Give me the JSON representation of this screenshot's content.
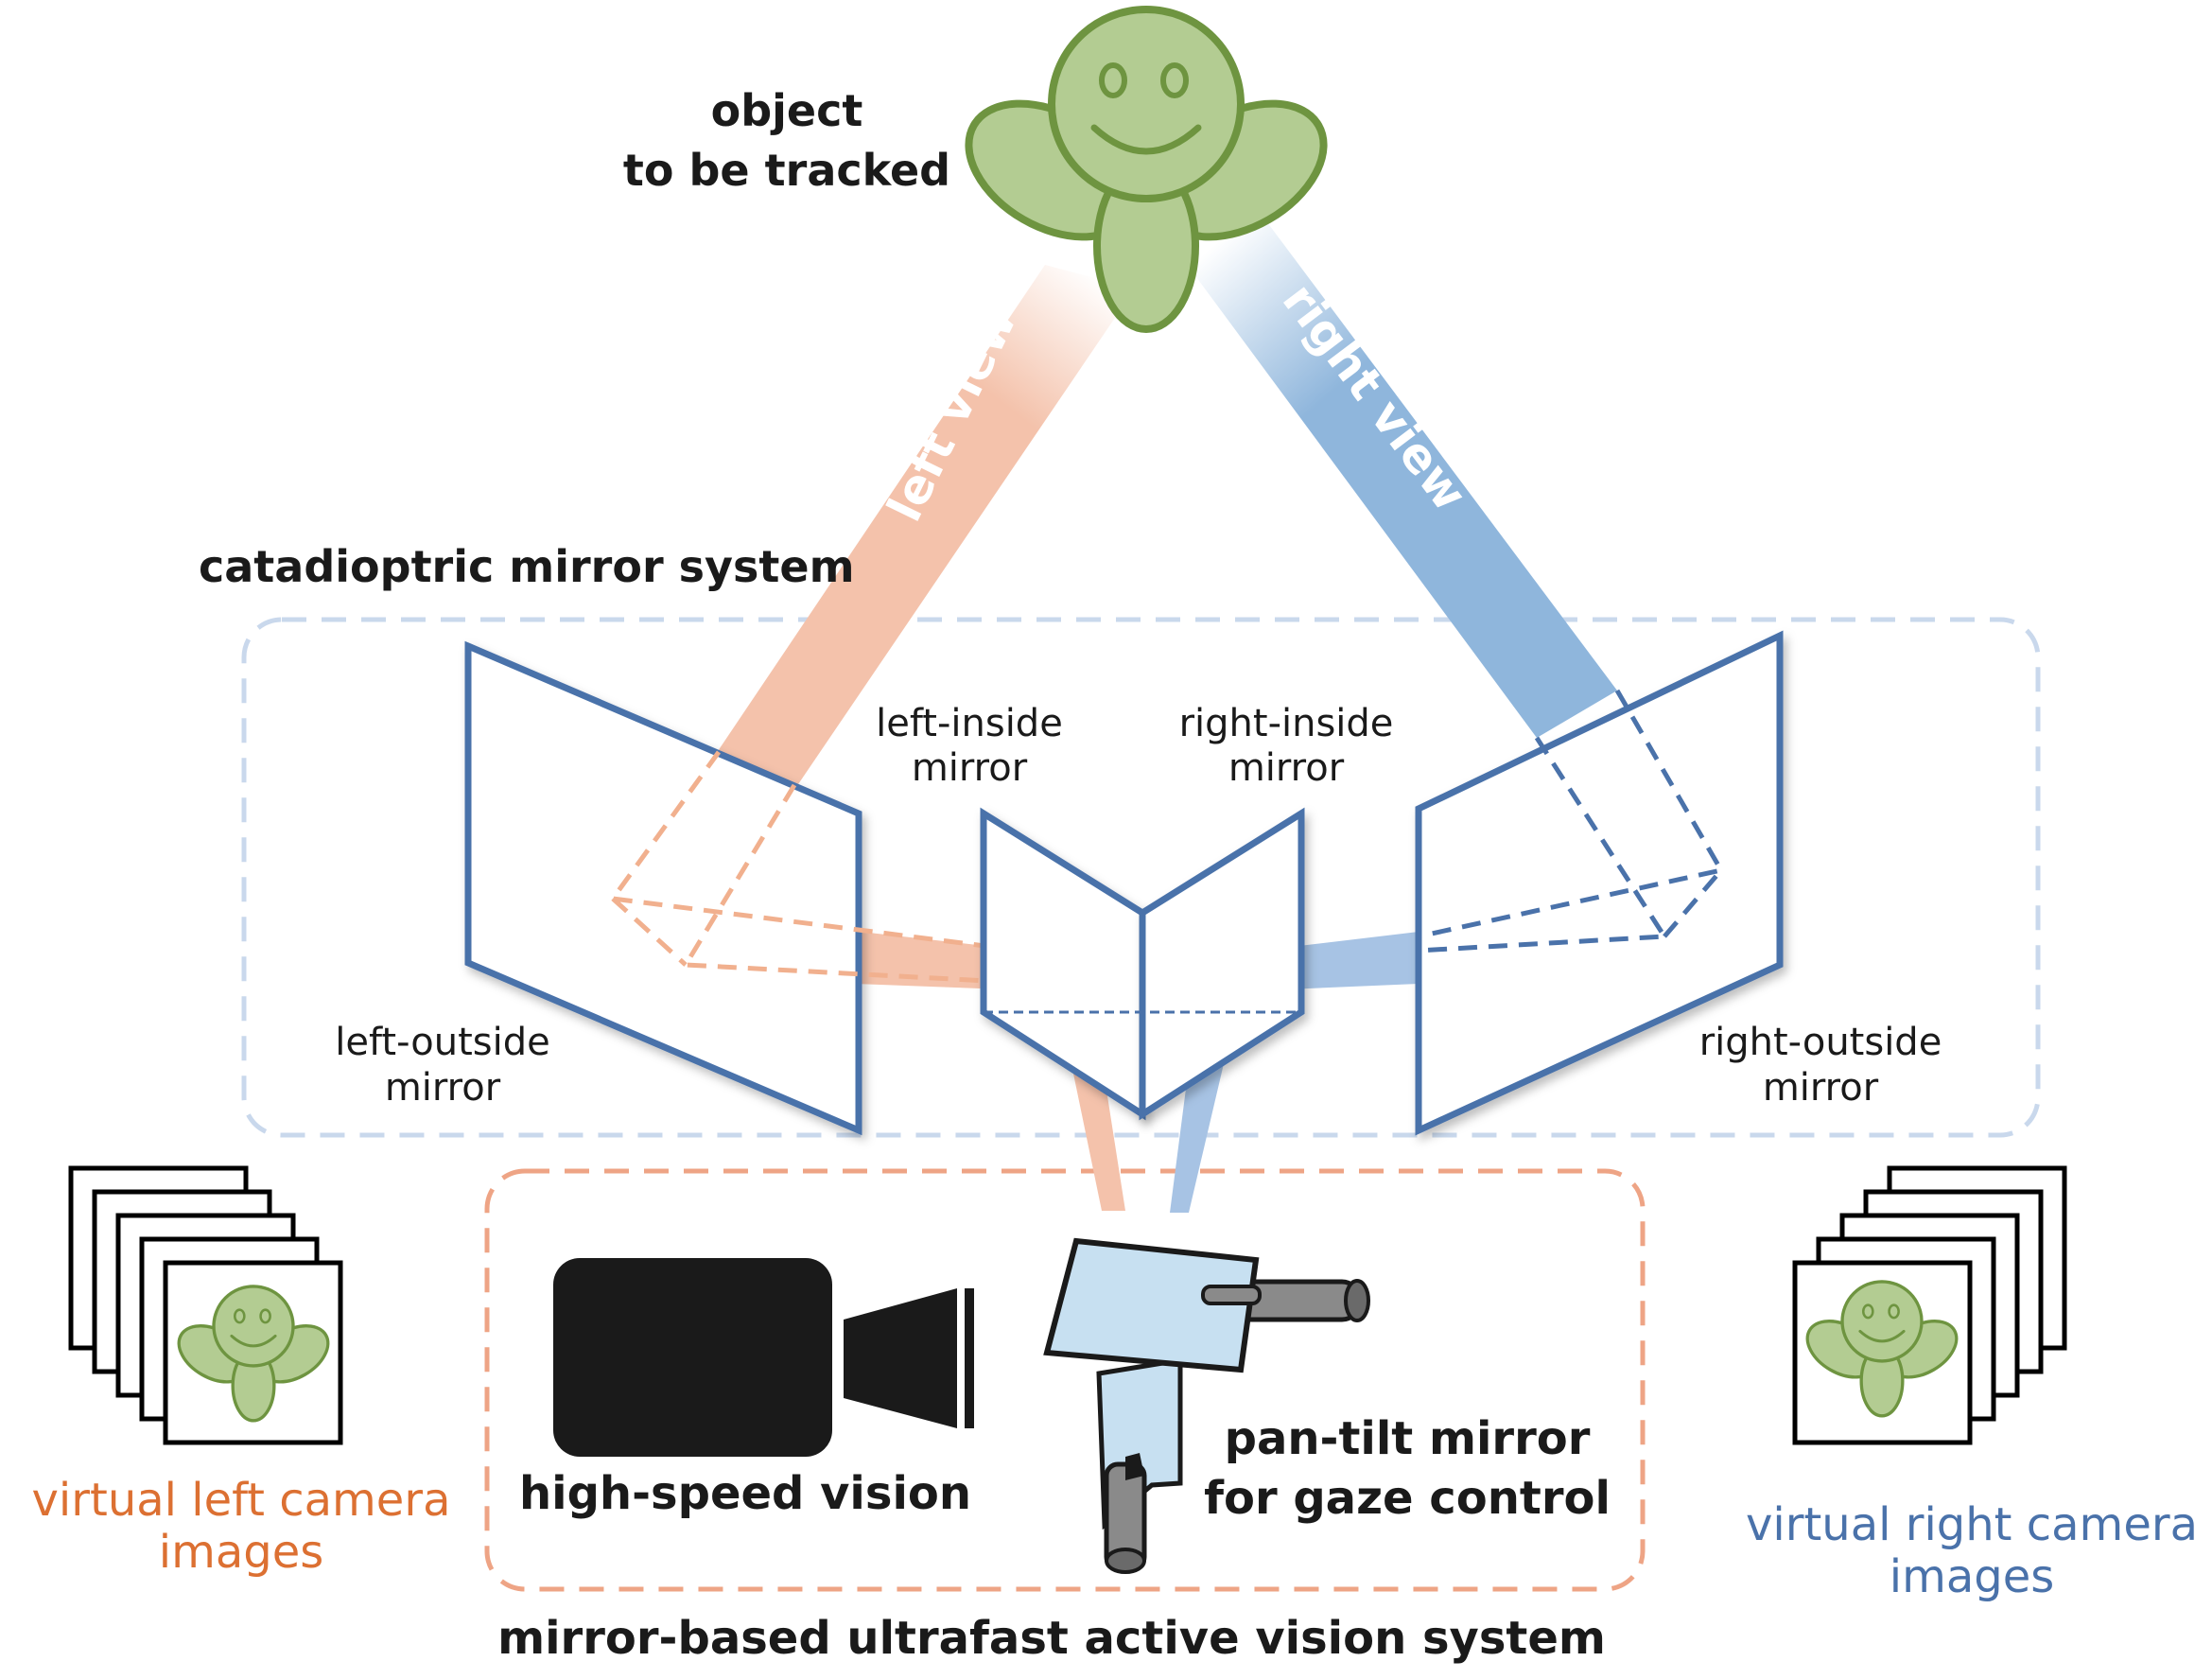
{
  "object": {
    "label_line1": "object",
    "label_line2": "to be tracked"
  },
  "views": {
    "left": "left view",
    "right": "right view"
  },
  "mirror_system": {
    "title": "catadioptric mirror system",
    "left_outside_line1": "left-outside",
    "left_outside_line2": "mirror",
    "left_inside_line1": "left-inside",
    "left_inside_line2": "mirror",
    "right_inside_line1": "right-inside",
    "right_inside_line2": "mirror",
    "right_outside_line1": "right-outside",
    "right_outside_line2": "mirror"
  },
  "active_vision": {
    "title": "mirror-based ultrafast active vision system",
    "camera": "high-speed vision",
    "pantilt_line1": "pan-tilt mirror",
    "pantilt_line2": "for gaze control"
  },
  "virtual_images": {
    "left_line1": "virtual left camera",
    "left_line2": "images",
    "right_line1": "virtual right camera",
    "right_line2": "images"
  },
  "colors": {
    "left_beam": "#f4c2ab",
    "right_beam": "#8fb6dc",
    "mirror_stroke": "#4a72aa",
    "left_dash": "#f1b08e",
    "right_dash": "#a7c3e4",
    "object_fill": "#b3cc92",
    "object_stroke": "#6e9440",
    "left_caption": "#dc7032",
    "right_caption": "#4a72aa"
  }
}
